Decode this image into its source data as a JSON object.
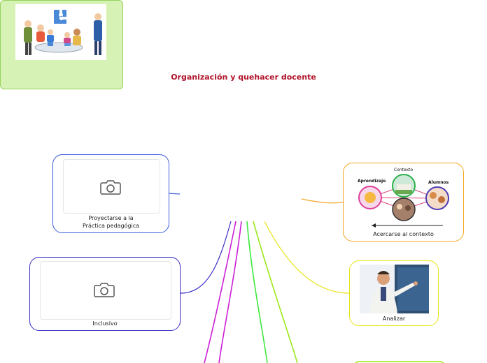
{
  "central": {
    "title": "Organización y quehacer docente",
    "image_icon": "people-puzzle-illustration"
  },
  "nodes": {
    "proyectarse": {
      "label_line1": "Proyectarse a la",
      "label_line2": "Práctica pedagógica",
      "icon": "camera-icon",
      "border": "#3b5bdb"
    },
    "inclusivo": {
      "label": "Inclusivo",
      "icon": "camera-icon",
      "border": "#3a2dc4"
    },
    "contexto": {
      "label": "Acercarse al contexto",
      "circle_labels": {
        "aprendizaje": "Aprendizaje",
        "contexto": "Contexto",
        "alumnos": "Alumnos"
      },
      "border": "#f5a623"
    },
    "analizar": {
      "label": "Analizar",
      "image_icon": "man-writing-on-board-photo",
      "border": "#e8e41a"
    }
  },
  "colors": {
    "blue_branch": "#3b5bdb",
    "indigo_branch": "#3a2dc4",
    "orange_branch": "#f5a623",
    "yellow_branch": "#e8e41a",
    "magenta_branch": "#cc1fd6",
    "green_branch": "#3ee83e",
    "lime_branch": "#9ae81a"
  }
}
